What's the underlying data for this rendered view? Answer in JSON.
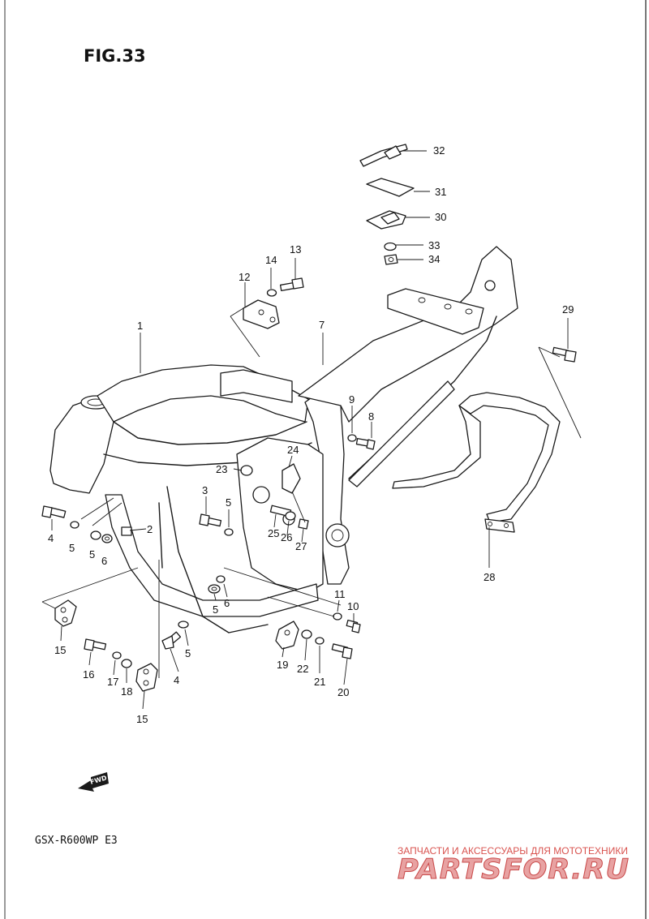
{
  "figure": {
    "title": "FIG.33",
    "model": "GSX-R600WP E3",
    "fwd_label": "FWD"
  },
  "callouts": [
    {
      "id": "c1",
      "label": "1"
    },
    {
      "id": "c2",
      "label": "2"
    },
    {
      "id": "c3",
      "label": "3"
    },
    {
      "id": "c4a",
      "label": "4"
    },
    {
      "id": "c4b",
      "label": "4"
    },
    {
      "id": "c5a",
      "label": "5"
    },
    {
      "id": "c5b",
      "label": "5"
    },
    {
      "id": "c5c",
      "label": "5"
    },
    {
      "id": "c5d",
      "label": "5"
    },
    {
      "id": "c5e",
      "label": "5"
    },
    {
      "id": "c6a",
      "label": "6"
    },
    {
      "id": "c6b",
      "label": "6"
    },
    {
      "id": "c7",
      "label": "7"
    },
    {
      "id": "c8",
      "label": "8"
    },
    {
      "id": "c9",
      "label": "9"
    },
    {
      "id": "c10",
      "label": "10"
    },
    {
      "id": "c11",
      "label": "11"
    },
    {
      "id": "c12",
      "label": "12"
    },
    {
      "id": "c13",
      "label": "13"
    },
    {
      "id": "c14",
      "label": "14"
    },
    {
      "id": "c15a",
      "label": "15"
    },
    {
      "id": "c15b",
      "label": "15"
    },
    {
      "id": "c16",
      "label": "16"
    },
    {
      "id": "c17",
      "label": "17"
    },
    {
      "id": "c18",
      "label": "18"
    },
    {
      "id": "c19",
      "label": "19"
    },
    {
      "id": "c20",
      "label": "20"
    },
    {
      "id": "c21",
      "label": "21"
    },
    {
      "id": "c22",
      "label": "22"
    },
    {
      "id": "c23",
      "label": "23"
    },
    {
      "id": "c24",
      "label": "24"
    },
    {
      "id": "c25",
      "label": "25"
    },
    {
      "id": "c26",
      "label": "26"
    },
    {
      "id": "c27",
      "label": "27"
    },
    {
      "id": "c28",
      "label": "28"
    },
    {
      "id": "c29",
      "label": "29"
    },
    {
      "id": "c30",
      "label": "30"
    },
    {
      "id": "c31",
      "label": "31"
    },
    {
      "id": "c32",
      "label": "32"
    },
    {
      "id": "c33",
      "label": "33"
    },
    {
      "id": "c34",
      "label": "34"
    }
  ],
  "watermark": {
    "tagline": "ЗАПЧАСТИ И АКСЕССУАРЫ ДЛЯ МОТОТЕХНИКИ",
    "logo": "PARTSFOR.RU"
  },
  "colors": {
    "ink": "#1a1a1a",
    "paper": "#ffffff",
    "watermark_red": "#d9534f"
  }
}
